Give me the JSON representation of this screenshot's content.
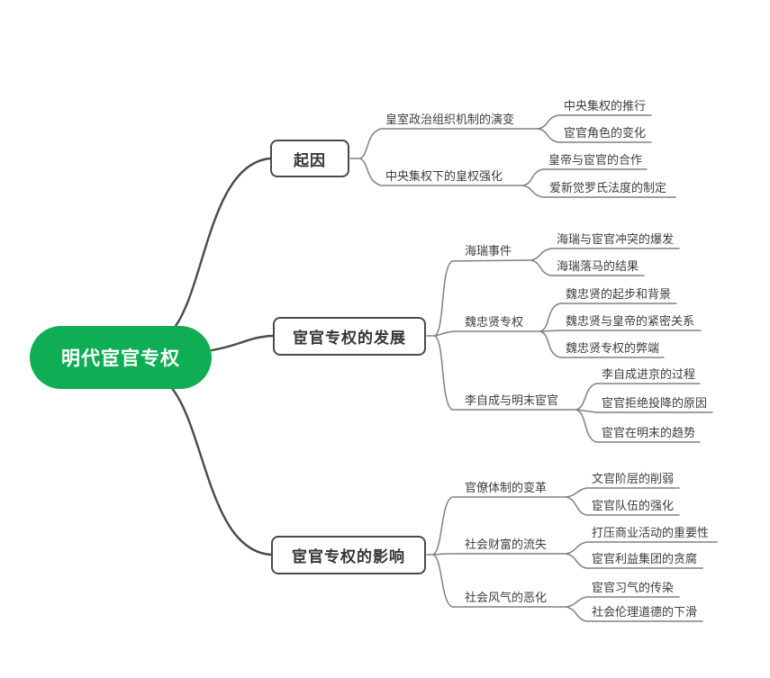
{
  "mindmap": {
    "colors": {
      "root_fill": "#0fae54",
      "root_text": "#ffffff",
      "branch_line": "#4a4a4a",
      "sub_line": "#808080",
      "text": "#3d3d3d"
    },
    "root": {
      "label": "明代宦官专权"
    },
    "branches": [
      {
        "label": "起因",
        "children": [
          {
            "label": "皇室政治组织机制的演变",
            "children": [
              {
                "label": "中央集权的推行"
              },
              {
                "label": "宦官角色的变化"
              }
            ]
          },
          {
            "label": "中央集权下的皇权强化",
            "children": [
              {
                "label": "皇帝与宦官的合作"
              },
              {
                "label": "爱新觉罗氏法度的制定"
              }
            ]
          }
        ]
      },
      {
        "label": "宦官专权的发展",
        "children": [
          {
            "label": "海瑞事件",
            "children": [
              {
                "label": "海瑞与宦官冲突的爆发"
              },
              {
                "label": "海瑞落马的结果"
              }
            ]
          },
          {
            "label": "魏忠贤专权",
            "children": [
              {
                "label": "魏忠贤的起步和背景"
              },
              {
                "label": "魏忠贤与皇帝的紧密关系"
              },
              {
                "label": "魏忠贤专权的弊端"
              }
            ]
          },
          {
            "label": "李自成与明末宦官",
            "children": [
              {
                "label": "李自成进京的过程"
              },
              {
                "label": "宦官拒绝投降的原因"
              },
              {
                "label": "宦官在明末的趋势"
              }
            ]
          }
        ]
      },
      {
        "label": "宦官专权的影响",
        "children": [
          {
            "label": "官僚体制的变革",
            "children": [
              {
                "label": "文官阶层的削弱"
              },
              {
                "label": "宦官队伍的强化"
              }
            ]
          },
          {
            "label": "社会财富的流失",
            "children": [
              {
                "label": "打压商业活动的重要性"
              },
              {
                "label": "宦官利益集团的贪腐"
              }
            ]
          },
          {
            "label": "社会风气的恶化",
            "children": [
              {
                "label": "宦官习气的传染"
              },
              {
                "label": "社会伦理道德的下滑"
              }
            ]
          }
        ]
      }
    ]
  }
}
